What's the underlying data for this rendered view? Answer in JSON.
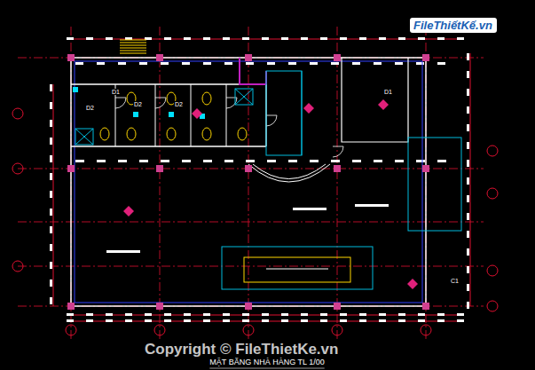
{
  "diagram": {
    "caption": "MẶT BẰNG NHÀ HÀNG TL 1/00",
    "labels": [
      "FileThiếtKế.vn",
      "Copyright © FileThietKe.vn",
      "D1",
      "D2",
      "D2",
      "D2",
      "D1",
      "C1"
    ]
  }
}
